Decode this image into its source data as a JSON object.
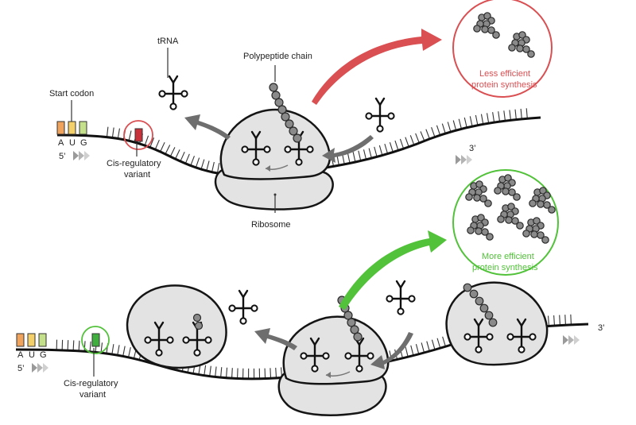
{
  "top_panel": {
    "trna_label": "tRNA",
    "polypeptide_label": "Polypeptide chain",
    "start_codon_label": "Start codon",
    "codon_letters": [
      "A",
      "U",
      "G"
    ],
    "five_prime": "5’",
    "three_prime": "3’",
    "variant_label_line1": "Cis-regulatory",
    "variant_label_line2": "variant",
    "ribosome_label": "Ribosome",
    "outcome_line1": "Less efficient",
    "outcome_line2": "protein synthesis",
    "accent_color": "#d94f52"
  },
  "bottom_panel": {
    "codon_letters": [
      "A",
      "U",
      "G"
    ],
    "five_prime": "5’",
    "three_prime": "3’",
    "variant_label_line1": "Cis-regulatory",
    "variant_label_line2": "variant",
    "outcome_line1": "More efficient",
    "outcome_line2": "protein synthesis",
    "accent_color": "#52c23a"
  },
  "colors": {
    "codon_a": "#f0a35c",
    "codon_u": "#f3d06a",
    "codon_g": "#c5e08a",
    "variant_top": "#c9313a",
    "variant_bottom": "#3fae3f",
    "protein_gray": "#8a8a8a",
    "arrow_gray": "#6e6e6e"
  }
}
